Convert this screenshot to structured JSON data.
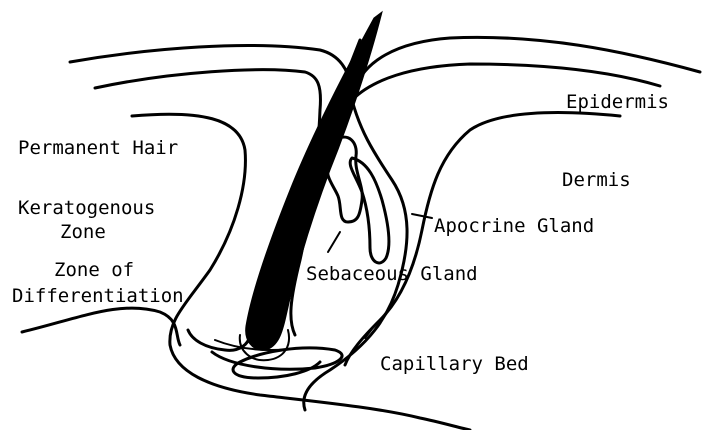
{
  "labels": {
    "epidermis": "Epidermis",
    "permanent_hair": "Permanent Hair",
    "dermis": "Dermis",
    "keratogenous_line1": "Keratogenous",
    "keratogenous_line2": "Zone",
    "apocrine_gland": "Apocrine Gland",
    "zone_of_diff_line1": "Zone of",
    "zone_of_diff_line2": "Differentiation",
    "sebaceous_gland": "Sebaceous Gland",
    "capillary_bed": "Capillary Bed"
  }
}
